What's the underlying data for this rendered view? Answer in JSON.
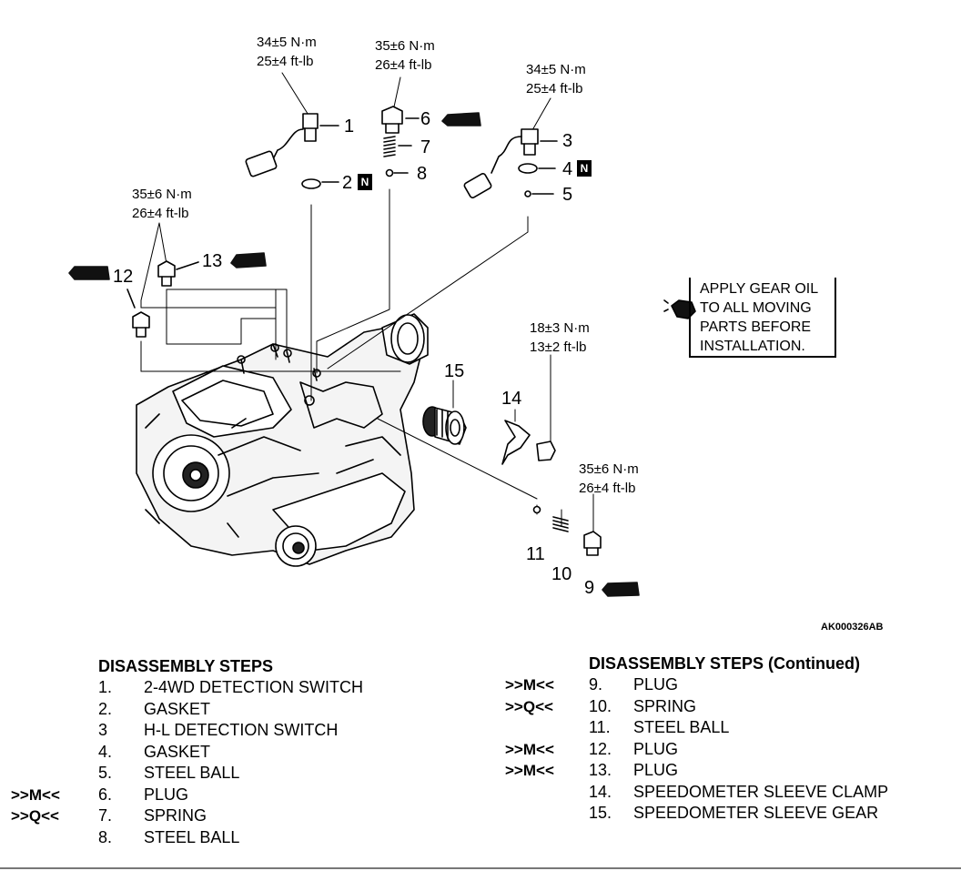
{
  "torque_specs": {
    "t1": {
      "nm": "34±5 N·m",
      "ftlb": "25±4 ft-lb"
    },
    "t6": {
      "nm": "35±6 N·m",
      "ftlb": "26±4 ft-lb"
    },
    "t3": {
      "nm": "34±5 N·m",
      "ftlb": "25±4 ft-lb"
    },
    "t12": {
      "nm": "35±6 N·m",
      "ftlb": "26±4 ft-lb"
    },
    "t14": {
      "nm": "18±3 N·m",
      "ftlb": "13±2 ft-lb"
    },
    "t9": {
      "nm": "35±6 N·m",
      "ftlb": "26±4 ft-lb"
    }
  },
  "callouts": {
    "c1": "1",
    "c2": "2",
    "c3": "3",
    "c4": "4",
    "c5": "5",
    "c6": "6",
    "c7": "7",
    "c8": "8",
    "c9": "9",
    "c10": "10",
    "c11": "11",
    "c12": "12",
    "c13": "13",
    "c14": "14",
    "c15": "15",
    "new_part_badge": "N"
  },
  "notice": {
    "line1": "APPLY GEAR OIL",
    "line2": "TO ALL MOVING",
    "line3": "PARTS BEFORE",
    "line4": "INSTALLATION."
  },
  "figure_id": "AK000326AB",
  "steps_left": {
    "heading": "DISASSEMBLY STEPS",
    "items": [
      {
        "ref": "",
        "num": "1.",
        "name": "2-4WD DETECTION SWITCH"
      },
      {
        "ref": "",
        "num": "2.",
        "name": "GASKET"
      },
      {
        "ref": "",
        "num": "3",
        "name": "H-L DETECTION SWITCH"
      },
      {
        "ref": "",
        "num": "4.",
        "name": "GASKET"
      },
      {
        "ref": "",
        "num": "5.",
        "name": "STEEL BALL"
      },
      {
        "ref": ">>M<<",
        "num": "6.",
        "name": "PLUG"
      },
      {
        "ref": ">>Q<<",
        "num": "7.",
        "name": "SPRING"
      },
      {
        "ref": "",
        "num": "8.",
        "name": "STEEL BALL"
      }
    ]
  },
  "steps_right": {
    "heading": "DISASSEMBLY STEPS (Continued)",
    "items": [
      {
        "ref": ">>M<<",
        "num": "9.",
        "name": "PLUG"
      },
      {
        "ref": ">>Q<<",
        "num": "10.",
        "name": "SPRING"
      },
      {
        "ref": "",
        "num": "11.",
        "name": "STEEL BALL"
      },
      {
        "ref": ">>M<<",
        "num": "12.",
        "name": "PLUG"
      },
      {
        "ref": ">>M<<",
        "num": "13.",
        "name": "PLUG"
      },
      {
        "ref": "",
        "num": "14.",
        "name": "SPEEDOMETER SLEEVE CLAMP"
      },
      {
        "ref": "",
        "num": "15.",
        "name": "SPEEDOMETER SLEEVE GEAR"
      }
    ]
  }
}
